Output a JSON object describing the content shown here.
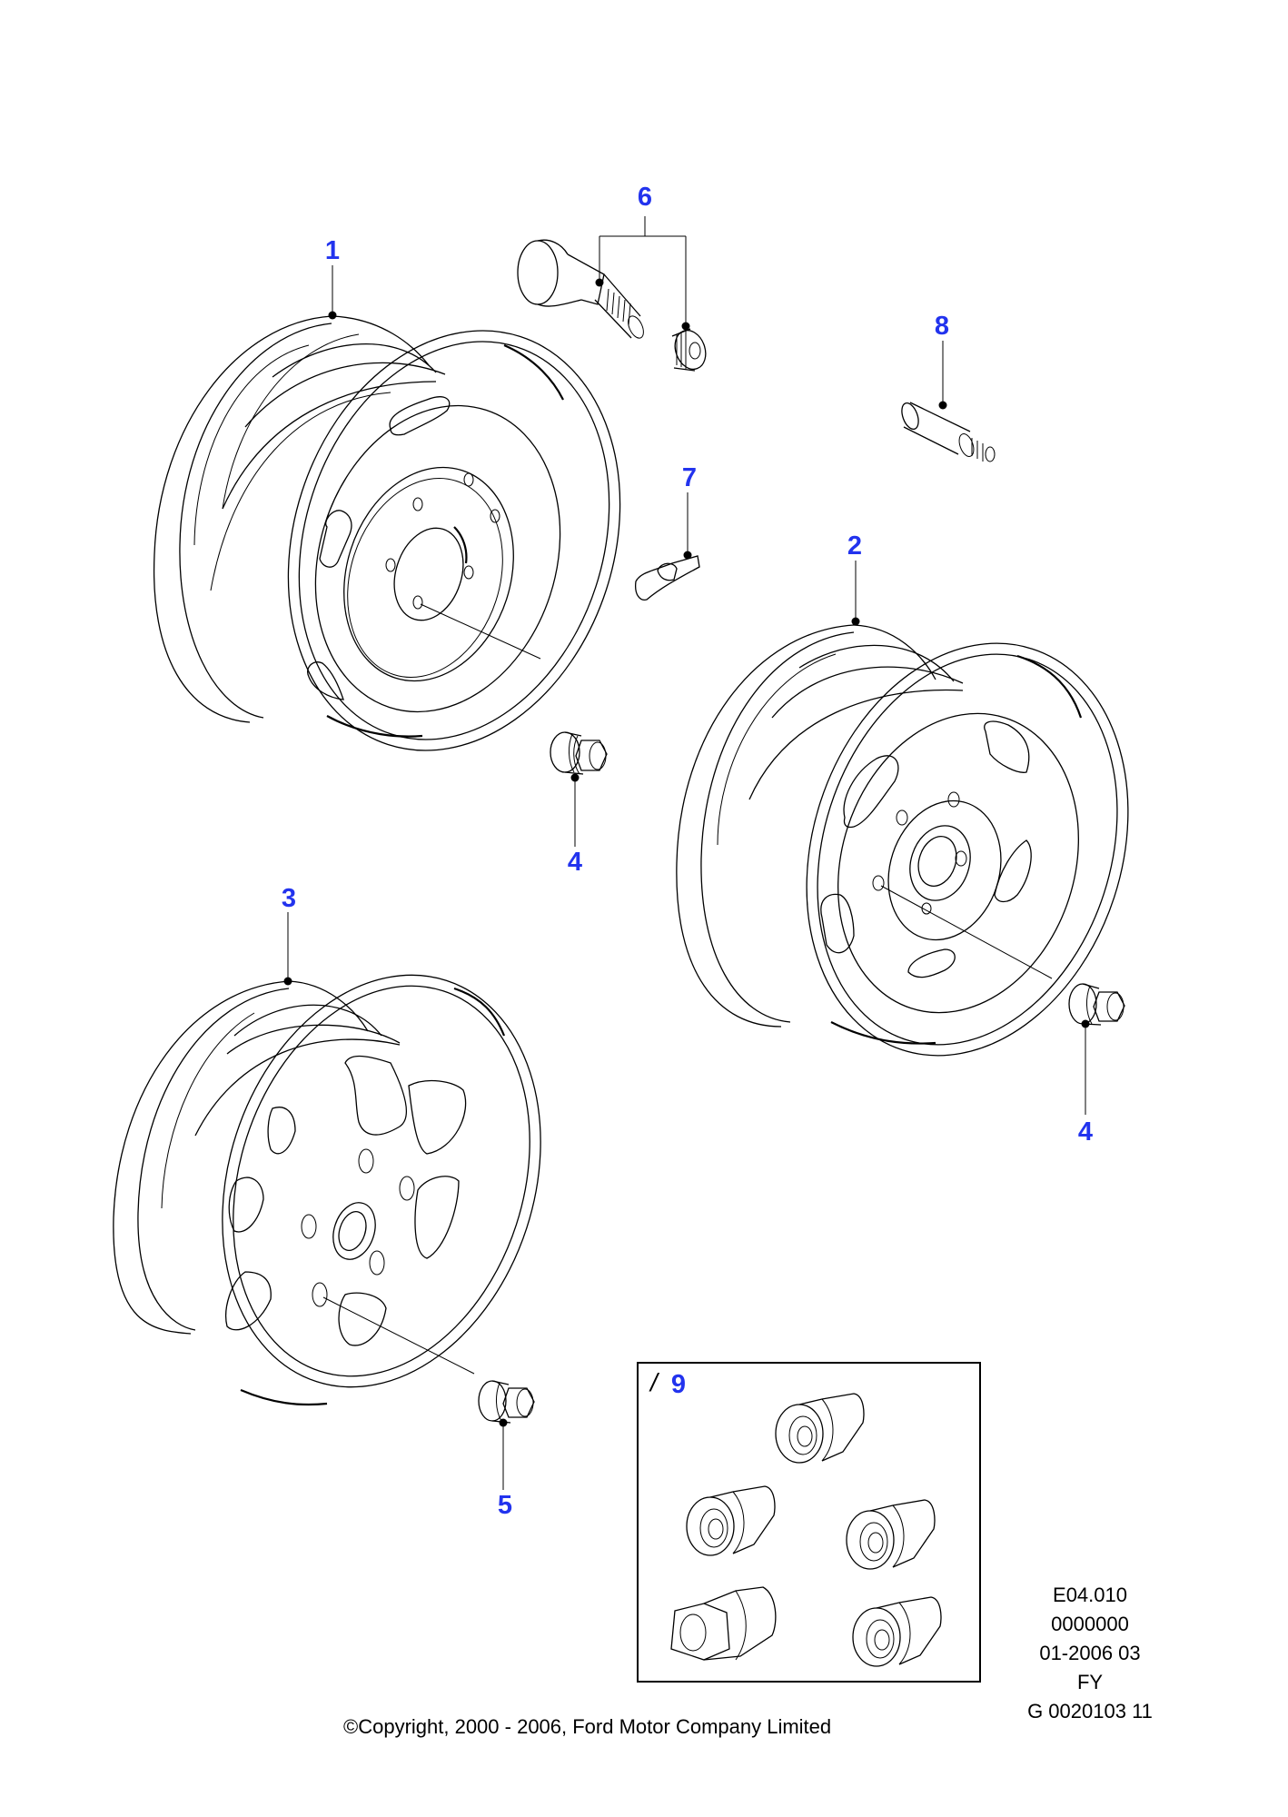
{
  "diagram": {
    "title": "Wheels and wheel fixings",
    "callouts": [
      {
        "id": "1",
        "label": "1",
        "part": "steel-wheel"
      },
      {
        "id": "2",
        "label": "2",
        "part": "styled-steel-wheel"
      },
      {
        "id": "3",
        "label": "3",
        "part": "alloy-wheel"
      },
      {
        "id": "4a",
        "label": "4",
        "part": "wheel-nut"
      },
      {
        "id": "4b",
        "label": "4",
        "part": "wheel-nut"
      },
      {
        "id": "5",
        "label": "5",
        "part": "alloy-wheel-nut"
      },
      {
        "id": "6",
        "label": "6",
        "part": "wheel-stud-and-nut"
      },
      {
        "id": "7",
        "label": "7",
        "part": "balance-weight"
      },
      {
        "id": "8",
        "label": "8",
        "part": "valve-stem"
      },
      {
        "id": "9",
        "label": "9",
        "part": "locking-wheel-nut-kit"
      }
    ],
    "kit_marker": "/",
    "kit_nut_count": 5
  },
  "reference_block": {
    "lines": [
      "E04.010",
      "0000000",
      "01-2006 03",
      "FY",
      "G 0020103 11"
    ]
  },
  "footer": {
    "copyright": "©Copyright, 2000 - 2006, Ford Motor Company Limited"
  },
  "colors": {
    "callout": "#2233ee",
    "line": "#000000",
    "background": "#ffffff"
  }
}
